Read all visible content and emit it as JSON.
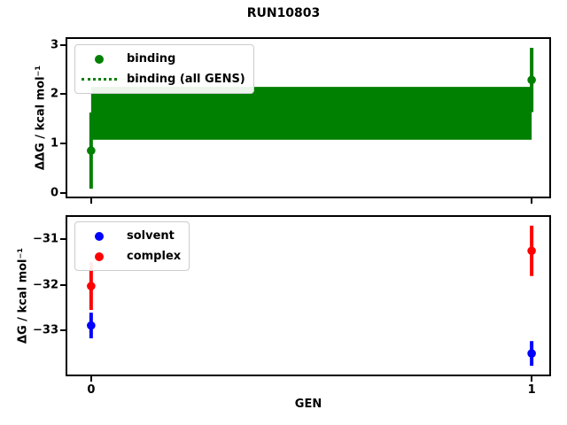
{
  "title": "RUN10803",
  "xlabel": "GEN",
  "colors": {
    "binding_green": "#008000",
    "solvent_blue": "#0000ff",
    "complex_red": "#ff0000",
    "spine_black": "#000000",
    "legend_border": "#cccccc",
    "background": "#ffffff"
  },
  "chart_data": [
    {
      "type": "scatter",
      "subplot": "top",
      "ylabel": "ΔΔG / kcal mol⁻¹",
      "ylim": [
        -0.07,
        3.12
      ],
      "xlim": [
        -0.054,
        1.04
      ],
      "yticks": [
        0,
        1,
        2,
        3
      ],
      "ytick_labels": [
        "0",
        "1",
        "2",
        "3"
      ],
      "xticks": [
        0,
        1
      ],
      "grid": false,
      "series": [
        {
          "name": "binding",
          "color": "#008000",
          "marker": "circle",
          "x": [
            0,
            1
          ],
          "y": [
            0.86,
            2.29
          ],
          "yerr": [
            0.77,
            0.65
          ]
        }
      ],
      "band": {
        "name": "binding (all GENS)",
        "color": "#008000",
        "x_range": [
          0,
          1
        ],
        "y_range": [
          1.08,
          2.15
        ]
      },
      "legend": {
        "position": "upper-left",
        "items": [
          {
            "label": "binding",
            "marker": "circle",
            "color": "#008000"
          },
          {
            "label": "binding (all GENS)",
            "marker": "dotted-line",
            "color": "#008000"
          }
        ]
      }
    },
    {
      "type": "scatter",
      "subplot": "bottom",
      "ylabel": "ΔG / kcal mol⁻¹",
      "ylim": [
        -33.96,
        -30.52
      ],
      "xlim": [
        -0.054,
        1.04
      ],
      "yticks": [
        -31,
        -32,
        -33
      ],
      "ytick_labels": [
        "−31",
        "−32",
        "−33"
      ],
      "xticks": [
        0,
        1
      ],
      "xtick_labels": [
        "0",
        "1"
      ],
      "grid": false,
      "series": [
        {
          "name": "solvent",
          "color": "#0000ff",
          "marker": "circle",
          "x": [
            0,
            1
          ],
          "y": [
            -32.89,
            -33.5
          ],
          "yerr": [
            0.28,
            0.27
          ]
        },
        {
          "name": "complex",
          "color": "#ff0000",
          "marker": "circle",
          "x": [
            0,
            1
          ],
          "y": [
            -32.03,
            -31.26
          ],
          "yerr": [
            0.52,
            0.55
          ]
        }
      ],
      "legend": {
        "position": "upper-left",
        "items": [
          {
            "label": "solvent",
            "marker": "circle",
            "color": "#0000ff"
          },
          {
            "label": "complex",
            "marker": "circle",
            "color": "#ff0000"
          }
        ]
      }
    }
  ]
}
